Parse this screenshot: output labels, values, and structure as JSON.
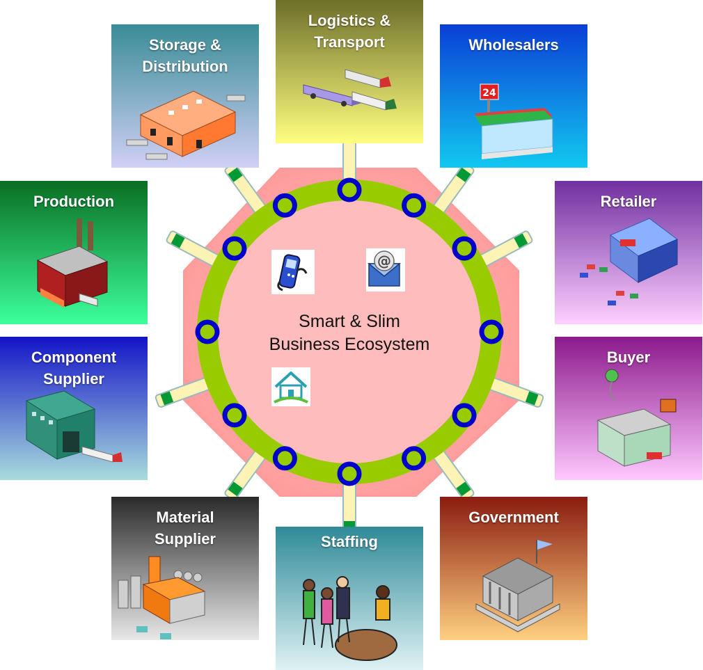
{
  "center": {
    "title_line1": "Smart & Slim",
    "title_line2": "Business Ecosystem"
  },
  "nodes": [
    {
      "id": "logistics",
      "label": "Logistics &\nTransport",
      "icon": "trucks-icon",
      "gradient": [
        "#6e6f2a",
        "#ffff80"
      ]
    },
    {
      "id": "wholesalers",
      "label": "Wholesalers",
      "icon": "convenience-store-icon",
      "gradient": [
        "#0a3fd6",
        "#12c8f0"
      ]
    },
    {
      "id": "retailer",
      "label": "Retailer",
      "icon": "store-parking-icon",
      "gradient": [
        "#7030a0",
        "#ffcfff"
      ]
    },
    {
      "id": "buyer",
      "label": "Buyer",
      "icon": "shopping-building-icon",
      "gradient": [
        "#8c1a8c",
        "#ffc8ff"
      ]
    },
    {
      "id": "government",
      "label": "Government",
      "icon": "government-building-icon",
      "gradient": [
        "#8a1c10",
        "#ffd080"
      ]
    },
    {
      "id": "staffing",
      "label": "Staffing",
      "icon": "people-meeting-icon",
      "gradient": [
        "#2f8a98",
        "#dff2f4"
      ]
    },
    {
      "id": "material",
      "label": "Material\nSupplier",
      "icon": "refinery-icon",
      "gradient": [
        "#2a2a2a",
        "#e8e8e8"
      ]
    },
    {
      "id": "component",
      "label": "Component\nSupplier",
      "icon": "warehouse-truck-icon",
      "gradient": [
        "#1414c8",
        "#a8dcdc"
      ]
    },
    {
      "id": "production",
      "label": "Production",
      "icon": "factory-icon",
      "gradient": [
        "#0a6e22",
        "#3cff9c"
      ]
    },
    {
      "id": "storage",
      "label": "Storage &\nDistribution",
      "icon": "distribution-center-icon",
      "gradient": [
        "#3a8c96",
        "#d0d0f6"
      ]
    }
  ],
  "hub_icons": [
    "mobile-phone-icon",
    "email-icon",
    "home-icon"
  ],
  "colors": {
    "octagon": "#ff9a9a",
    "ring": "#99cc00",
    "ring_bead": "#0000cc",
    "connector_fill": "#fdf3b4",
    "connector_green": "#009933",
    "connector_cyan": "#33a5d6"
  }
}
